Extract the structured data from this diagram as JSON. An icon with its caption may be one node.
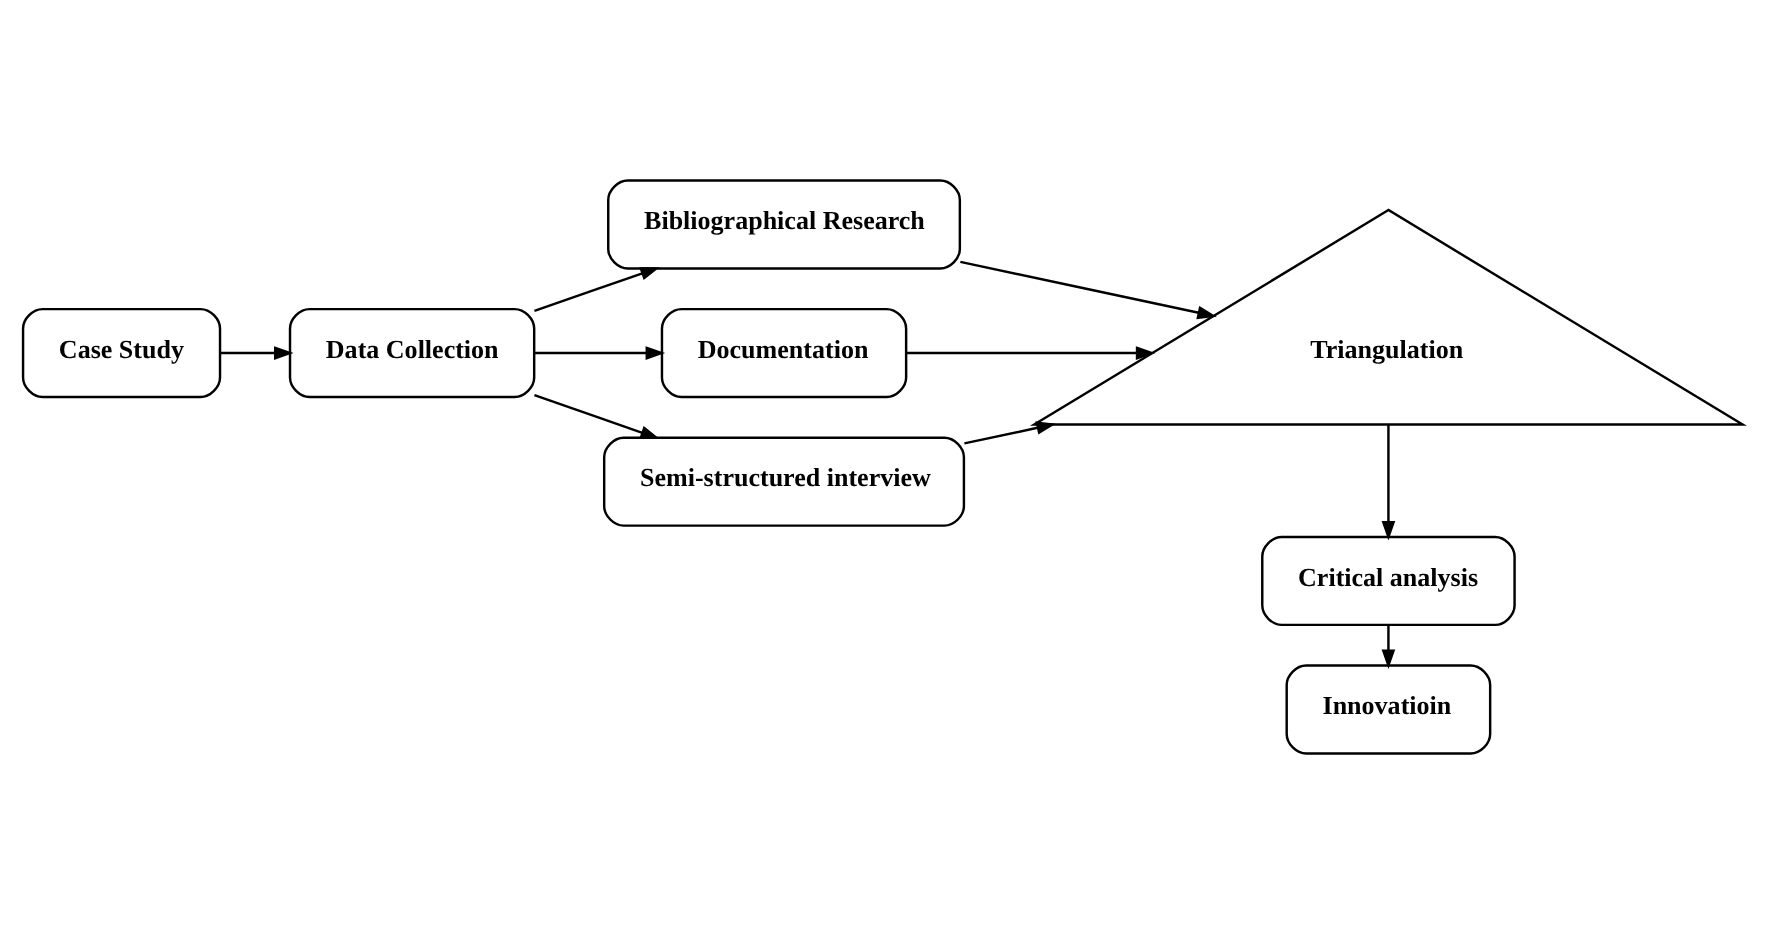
{
  "diagram": {
    "nodes": [
      {
        "text": [
          "Case Study"
        ]
      },
      {
        "text": [
          "Data Collection"
        ]
      },
      {
        "text": [
          "Bibliographical Research"
        ]
      },
      {
        "text": [
          "Documentation"
        ]
      },
      {
        "text": [
          "Semi-structured interview"
        ]
      },
      {
        "text": [
          "Triangulation"
        ]
      },
      {
        "text": [
          "Critical analysis"
        ]
      },
      {
        "text": [
          "Innovatioin"
        ]
      }
    ],
    "edges": [
      {
        "from": 0,
        "to": 1,
        "arrow": "to"
      },
      {
        "from": 1,
        "to": 2,
        "arrow": "to"
      },
      {
        "from": 1,
        "to": 3,
        "arrow": "to"
      },
      {
        "from": 1,
        "to": 4,
        "arrow": "to"
      },
      {
        "from": 2,
        "to": 5,
        "arrow": "to"
      },
      {
        "from": 3,
        "to": 5,
        "arrow": "to"
      },
      {
        "from": 4,
        "to": 5,
        "arrow": "to"
      },
      {
        "from": 5,
        "to": 6,
        "arrow": "to"
      },
      {
        "from": 6,
        "to": 7,
        "arrow": "to"
      }
    ]
  }
}
